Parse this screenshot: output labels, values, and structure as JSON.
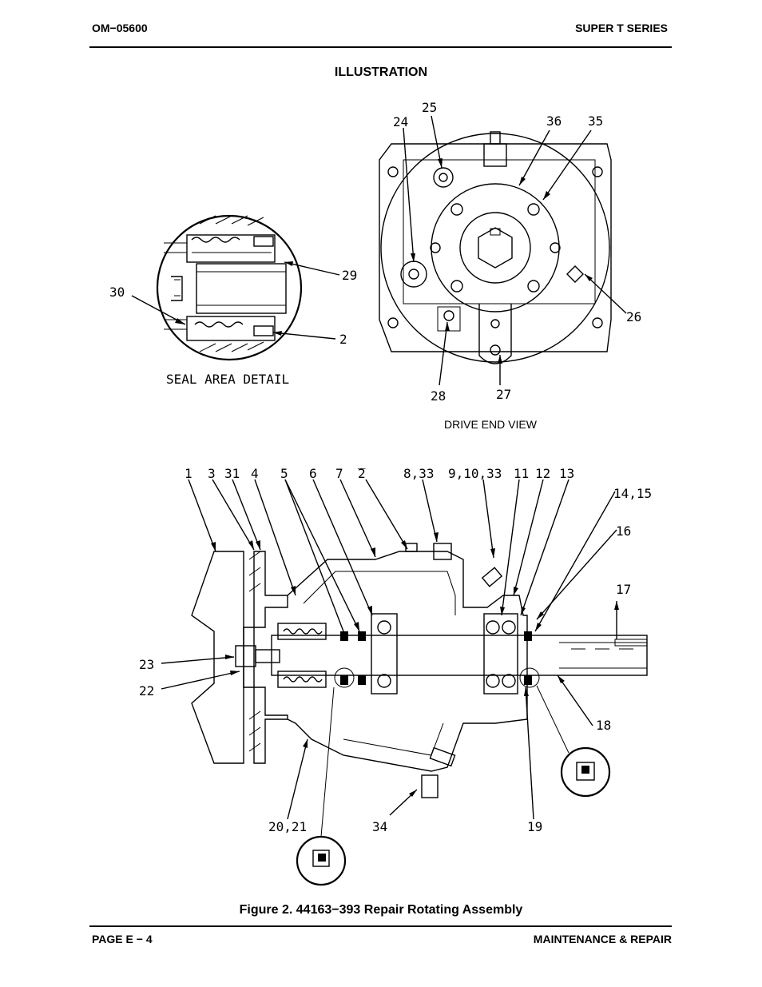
{
  "header": {
    "left": "OM−05600",
    "right": "SUPER T SERIES"
  },
  "section_title": "ILLUSTRATION",
  "seal_detail": {
    "title": "SEAL AREA DETAIL",
    "callouts": [
      "30",
      "29",
      "2"
    ]
  },
  "drive_end": {
    "title": "DRIVE END VIEW",
    "callouts": [
      "25",
      "24",
      "36",
      "35",
      "26",
      "28",
      "27"
    ]
  },
  "assembly": {
    "top_callouts": [
      "1",
      "3",
      "31",
      "4",
      "5",
      "6",
      "7",
      "̅2",
      "8,33",
      "9,10,33",
      "11",
      "12",
      "13",
      "14,15",
      "16",
      "17"
    ],
    "side_callouts": [
      "23",
      "22",
      "18",
      "20,21",
      "34",
      "19"
    ]
  },
  "caption": "Figure 2. 44163−393 Repair Rotating Assembly",
  "footer": {
    "left": "PAGE E − 4",
    "right": "MAINTENANCE & REPAIR"
  }
}
